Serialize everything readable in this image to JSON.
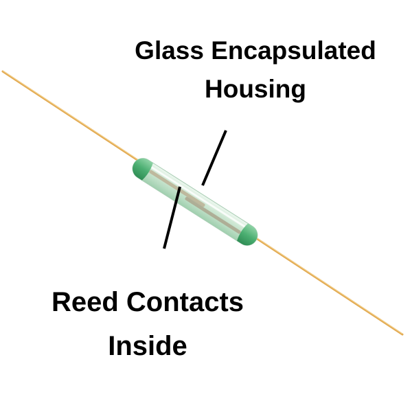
{
  "labels": {
    "housing_line1": "Glass Encapsulated",
    "housing_line2": "Housing",
    "contacts_line1": "Reed Contacts",
    "contacts_line2": "Inside"
  },
  "colors": {
    "wire": "#e0a84a",
    "glass": "#cfe9d6",
    "glass_end": "#4fae74",
    "leader": "#000000"
  }
}
